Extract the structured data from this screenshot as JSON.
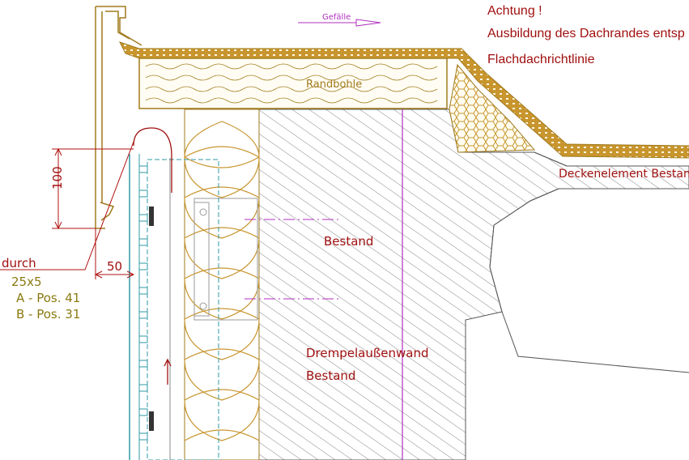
{
  "labels": {
    "slope": "Gefälle",
    "note_1": "Achtung !",
    "note_2": "Ausbildung des Dachrandes entsp",
    "note_3": "Flachdachrichtlinie",
    "edge_board": "Randbohle",
    "ceiling": "Deckenelement Bestand",
    "existing": "Bestand",
    "wall_1": "Drempelaußenwand",
    "wall_2": "Bestand",
    "dim_vertical": "100",
    "dim_horizontal": "50",
    "callout_1": "durch",
    "callout_2": "25x5",
    "callout_3": "A - Pos. 41",
    "callout_4": "B - Pos. 31"
  },
  "colors": {
    "line": "#a07a1c",
    "hatch": "#555555",
    "insulation": "#c8952e",
    "membrane": "#c8952e",
    "annotation": "#a01010",
    "dimension": "#b01010",
    "axis": "#b030c0",
    "callout_text": "#8a7a10",
    "cladding": "#2f9aa5"
  }
}
